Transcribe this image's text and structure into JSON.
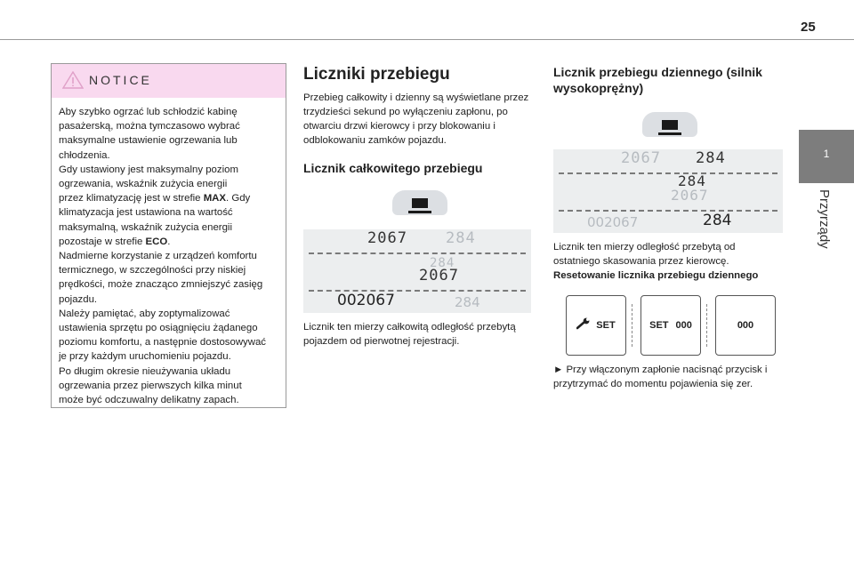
{
  "page": {
    "number": "25"
  },
  "side_tab": {
    "number": "1",
    "label": "Przyrządy"
  },
  "notice": {
    "title": "NOTICE",
    "lines": [
      "Aby szybko ogrzać lub schłodzić kabinę",
      "pasażerską, można tymczasowo wybrać",
      "maksymalne ustawienie ogrzewania lub",
      "chłodzenia.",
      "Gdy ustawiony jest maksymalny poziom",
      "ogrzewania, wskaźnik zużycia energii",
      "przez klimatyzację jest w strefie",
      "klimatyzacja jest ustawiona na wartość",
      "maksymalną, wskaźnik zużycia energii",
      "pozostaje w strefie",
      "Nadmierne korzystanie z urządzeń komfortu",
      "termicznego, w szczególności przy niskiej",
      "prędkości, może znacząco zmniejszyć zasięg",
      "pojazdu.",
      "Należy pamiętać, aby zoptymalizować",
      "ustawienia sprzętu po osiągnięciu żądanego",
      "poziomu komfortu, a następnie dostosowywać",
      "je przy każdym uruchomieniu pojazdu.",
      "Po długim okresie nieużywania układu",
      "ogrzewania przez pierwszych kilka minut",
      "może być odczuwalny delikatny zapach."
    ],
    "max_word": "MAX",
    "after_max": ". Gdy",
    "eco_word": "ECO",
    "after_eco": "."
  },
  "col2": {
    "title": "Liczniki przebiegu",
    "intro": "Przebieg całkowity i dzienny są wyświetlane przez trzydzieści sekund po wyłączeniu zapłonu, po otwarciu drzwi kierowcy i przy blokowaniu i odblokowaniu zamków pojazdu.",
    "subtitle": "Licznik całkowitego przebiegu",
    "caption": "Licznik ten mierzy całkowitą odległość przebytą pojazdem od pierwotnej rejestracji."
  },
  "col3": {
    "title": "Licznik przebiegu dziennego (silnik wysokoprężny)",
    "caption": "Licznik ten mierzy odległość przebytą od ostatniego skasowania przez kierowcę.",
    "reset_title": "Resetowanie licznika przebiegu dziennego",
    "instruction": "►  Przy włączonym zapłonie nacisnąć przycisk i przytrzymać do momentu pojawienia się zer."
  },
  "odometer_values": {
    "total": "2067",
    "trip": "284",
    "total_full": "002067",
    "trip_full": "284"
  },
  "buttons": {
    "set": "SET",
    "zeros": "000"
  },
  "colors": {
    "notice_header": "#f9d9ef",
    "side_tab": "#7d7d7d",
    "display_bg": "#eceeef"
  }
}
